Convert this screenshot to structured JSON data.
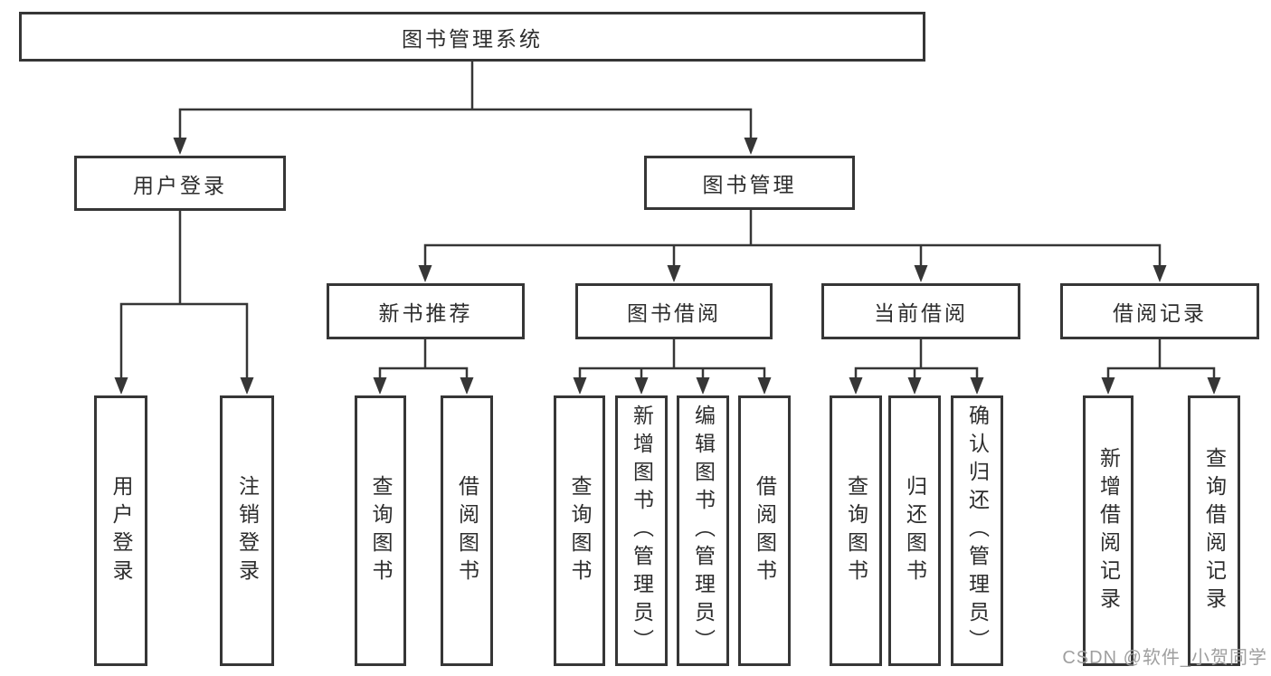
{
  "diagram": {
    "type": "hierarchy-tree",
    "title": "图书管理系统",
    "colors": {
      "line": "#363636",
      "text": "#2d2d2d",
      "watermark": "#9f9f9f"
    }
  },
  "nodes": {
    "root": "图书管理系统",
    "user_login": "用户登录",
    "book_mgmt": "图书管理",
    "new_book_rec": "新书推荐",
    "book_borrow": "图书借阅",
    "current_borrow": "当前借阅",
    "borrow_record": "借阅记录",
    "login": "用户登录",
    "logout": "注销登录",
    "rec_query_book": "查询图书",
    "rec_borrow_book": "借阅图书",
    "bb_query_book": "查询图书",
    "bb_add_book": "新增图书（管理员）",
    "bb_edit_book": "编辑图书（管理员）",
    "bb_borrow_book": "借阅图书",
    "cb_query_book": "查询图书",
    "cb_return_book": "归还图书",
    "cb_confirm_return": "确认归还（管理员）",
    "br_add_record": "新增借阅记录",
    "br_query_record": "查询借阅记录"
  },
  "watermark": "CSDN @软件_小贺同学"
}
